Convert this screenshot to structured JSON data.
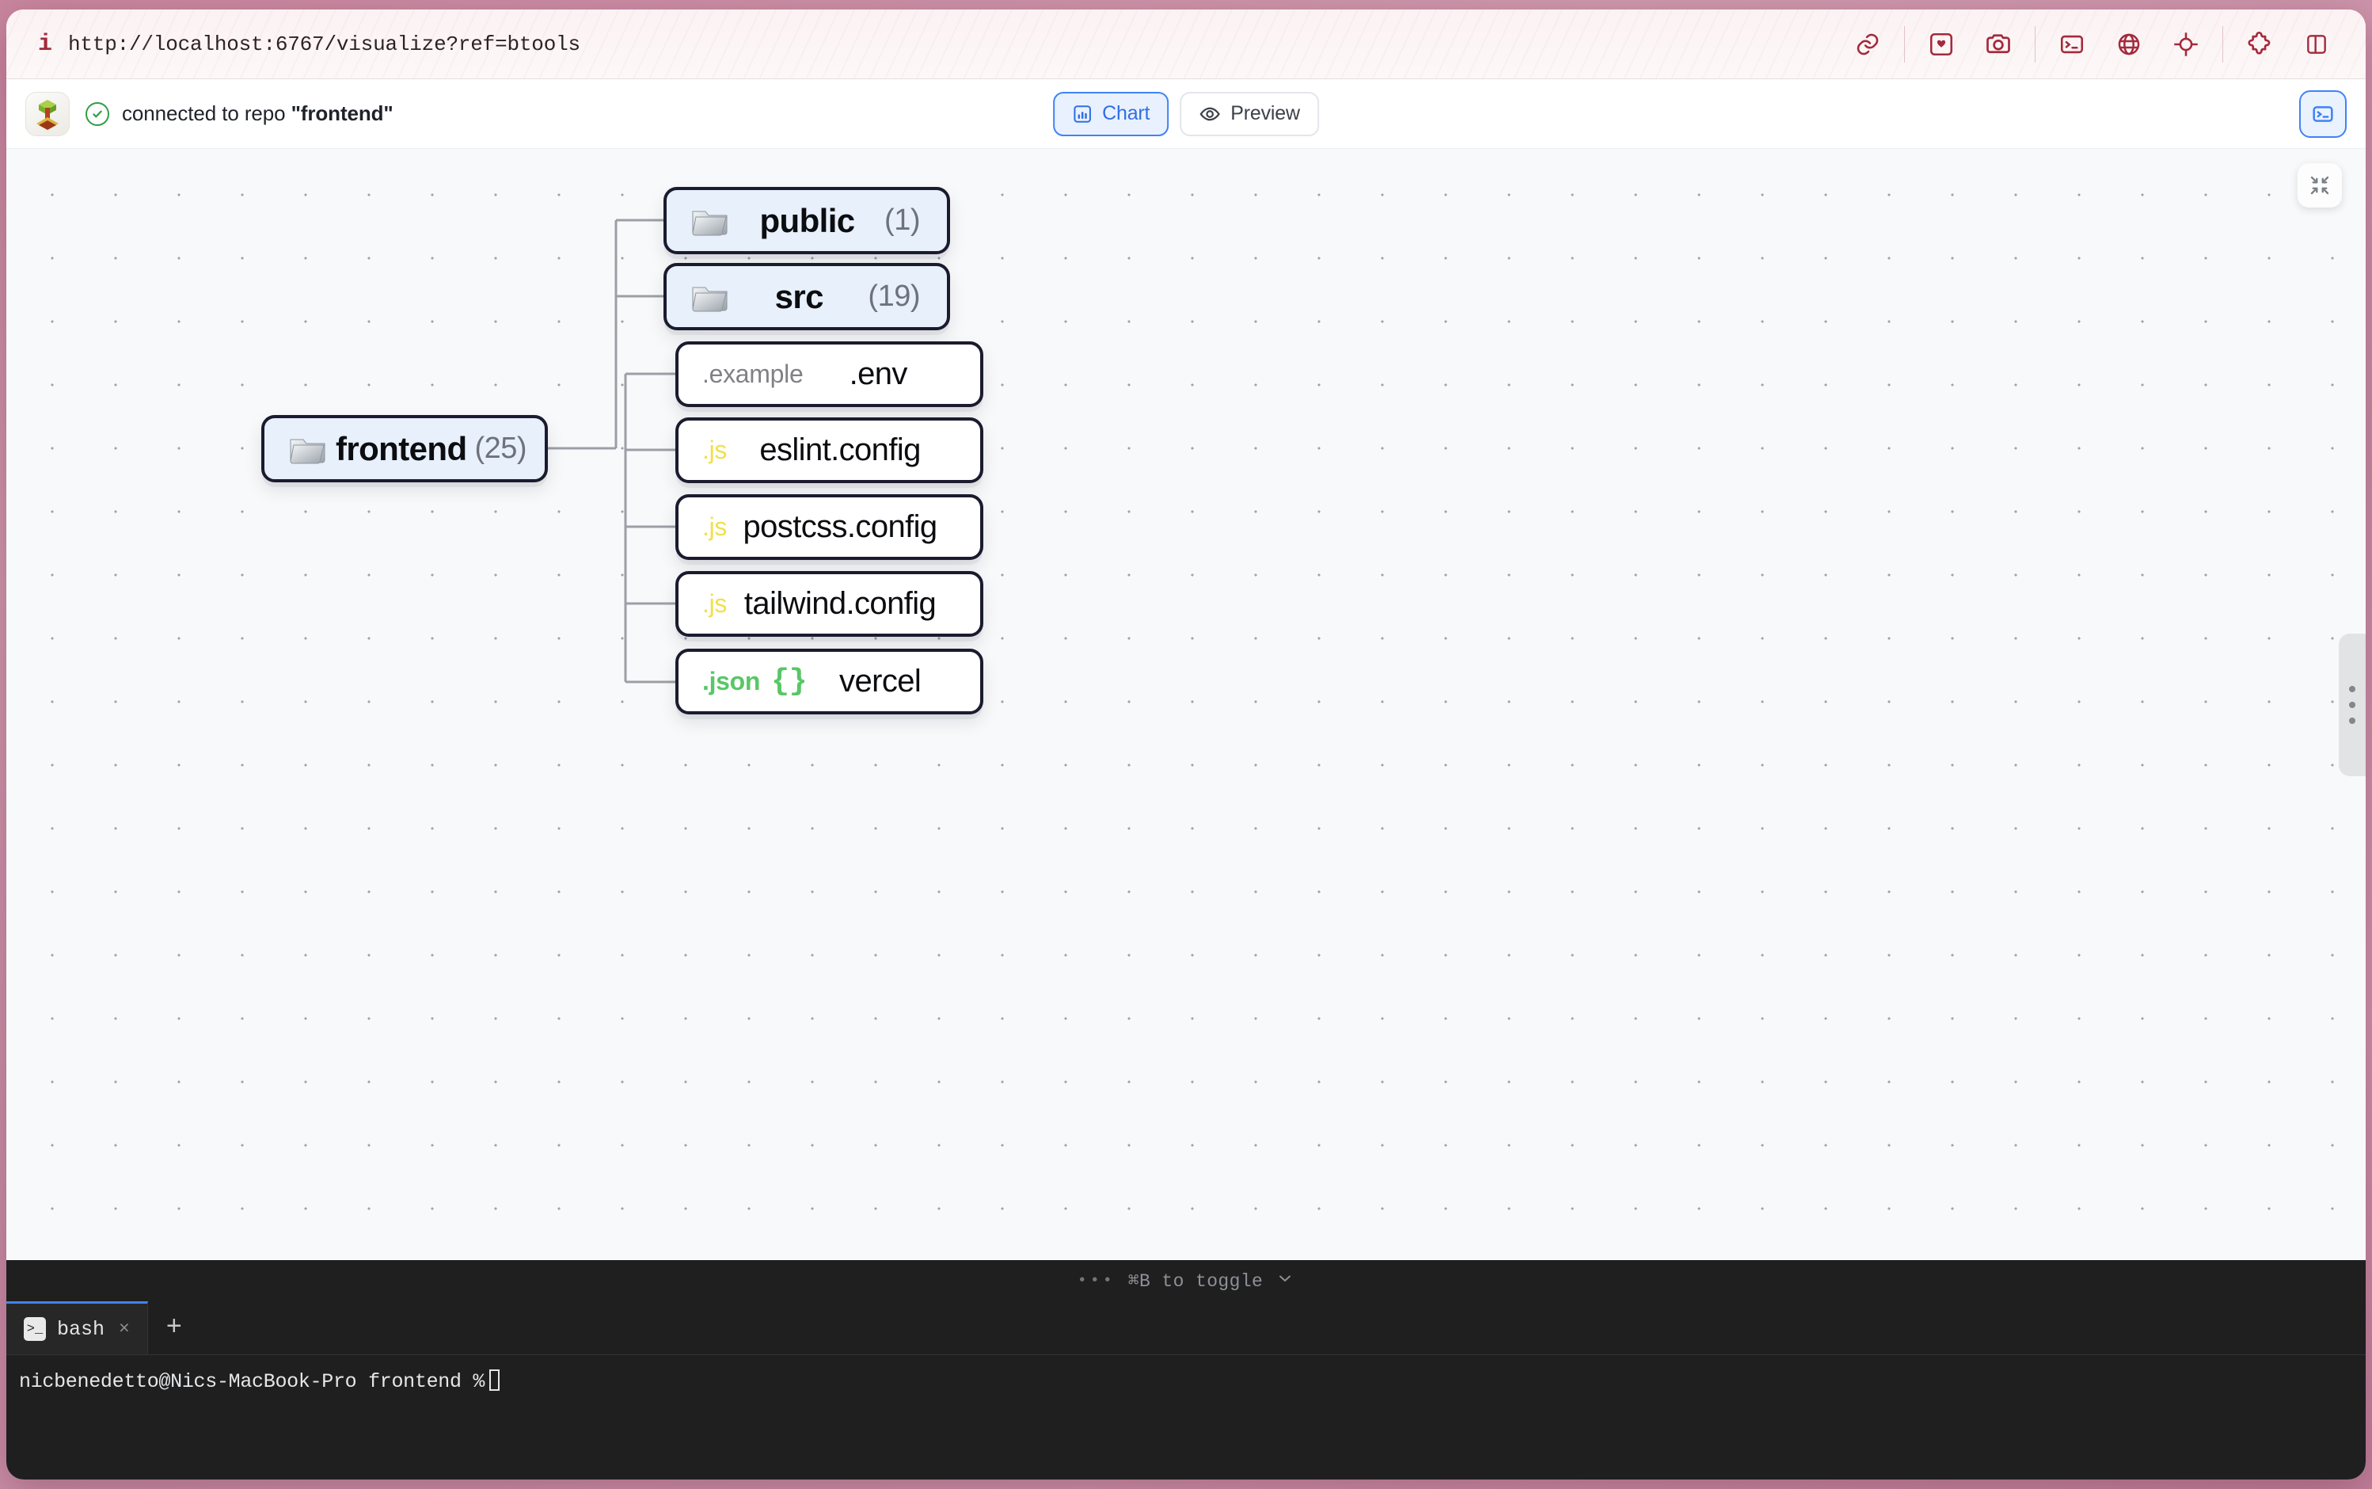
{
  "browser": {
    "url": "http://localhost:6767/visualize?ref=btools",
    "info_icon": "info-icon",
    "toolbar_icons": [
      {
        "name": "link-icon"
      },
      {
        "name": "image-icon"
      },
      {
        "name": "camera-icon"
      },
      {
        "name": "terminal-icon"
      },
      {
        "name": "globe-icon"
      },
      {
        "name": "target-icon"
      },
      {
        "name": "puzzle-icon"
      },
      {
        "name": "split-panel-icon"
      }
    ]
  },
  "header": {
    "logo_icon": "tree-logo-icon",
    "status_icon": "check-circle-icon",
    "status_prefix": "connected to repo ",
    "repo_name": "\"frontend\"",
    "tabs": [
      {
        "label": "Chart",
        "icon": "bar-chart-icon",
        "active": true
      },
      {
        "label": "Preview",
        "icon": "eye-icon",
        "active": false
      }
    ],
    "terminal_toggle_icon": "terminal-icon"
  },
  "canvas": {
    "fit_view_icon": "collapse-arrows-icon",
    "drag_handle_icon": "vertical-dots-handle",
    "accent_blue": "#3f83f8",
    "node_border": "#1b1b2f",
    "folder_fill": "#e7f0fb",
    "grid_dot": "#9ea3ad",
    "edge_color": "#9b9fa6"
  },
  "tree": {
    "root": {
      "name": "root-node",
      "icon": "folder-icon",
      "label": "frontend",
      "count": "(25)",
      "type": "folder"
    },
    "children": [
      {
        "name": "node-public",
        "icon": "folder-icon",
        "label": "public",
        "count": "(1)",
        "type": "folder",
        "ext": ""
      },
      {
        "name": "node-src",
        "icon": "folder-icon",
        "label": "src",
        "count": "(19)",
        "type": "folder",
        "ext": ""
      },
      {
        "name": "node-env-example",
        "icon": "",
        "label": ".env",
        "count": "",
        "type": "file",
        "ext": ".example",
        "ext_class": "ext-env"
      },
      {
        "name": "node-eslint-config",
        "icon": "",
        "label": "eslint.config",
        "count": "",
        "type": "file",
        "ext": ".js",
        "ext_class": "ext-js"
      },
      {
        "name": "node-postcss-config",
        "icon": "",
        "label": "postcss.config",
        "count": "",
        "type": "file",
        "ext": ".js",
        "ext_class": "ext-js"
      },
      {
        "name": "node-tailwind-config",
        "icon": "",
        "label": "tailwind.config",
        "count": "",
        "type": "file",
        "ext": ".js",
        "ext_class": "ext-js"
      },
      {
        "name": "node-vercel-json",
        "icon": "",
        "label": "vercel",
        "count": "",
        "type": "file",
        "ext": ".json",
        "ext_class": "ext-json",
        "brace": "{}"
      }
    ]
  },
  "terminal": {
    "toggle_dots": "•••",
    "toggle_label": "⌘B to toggle",
    "chevron_icon": "chevron-down-icon",
    "tabs": [
      {
        "label": "bash",
        "icon": "shell-prompt-icon",
        "close": "×",
        "active": true
      }
    ],
    "add_tab_label": "+",
    "prompt": "nicbenedetto@Nics-MacBook-Pro frontend %"
  }
}
